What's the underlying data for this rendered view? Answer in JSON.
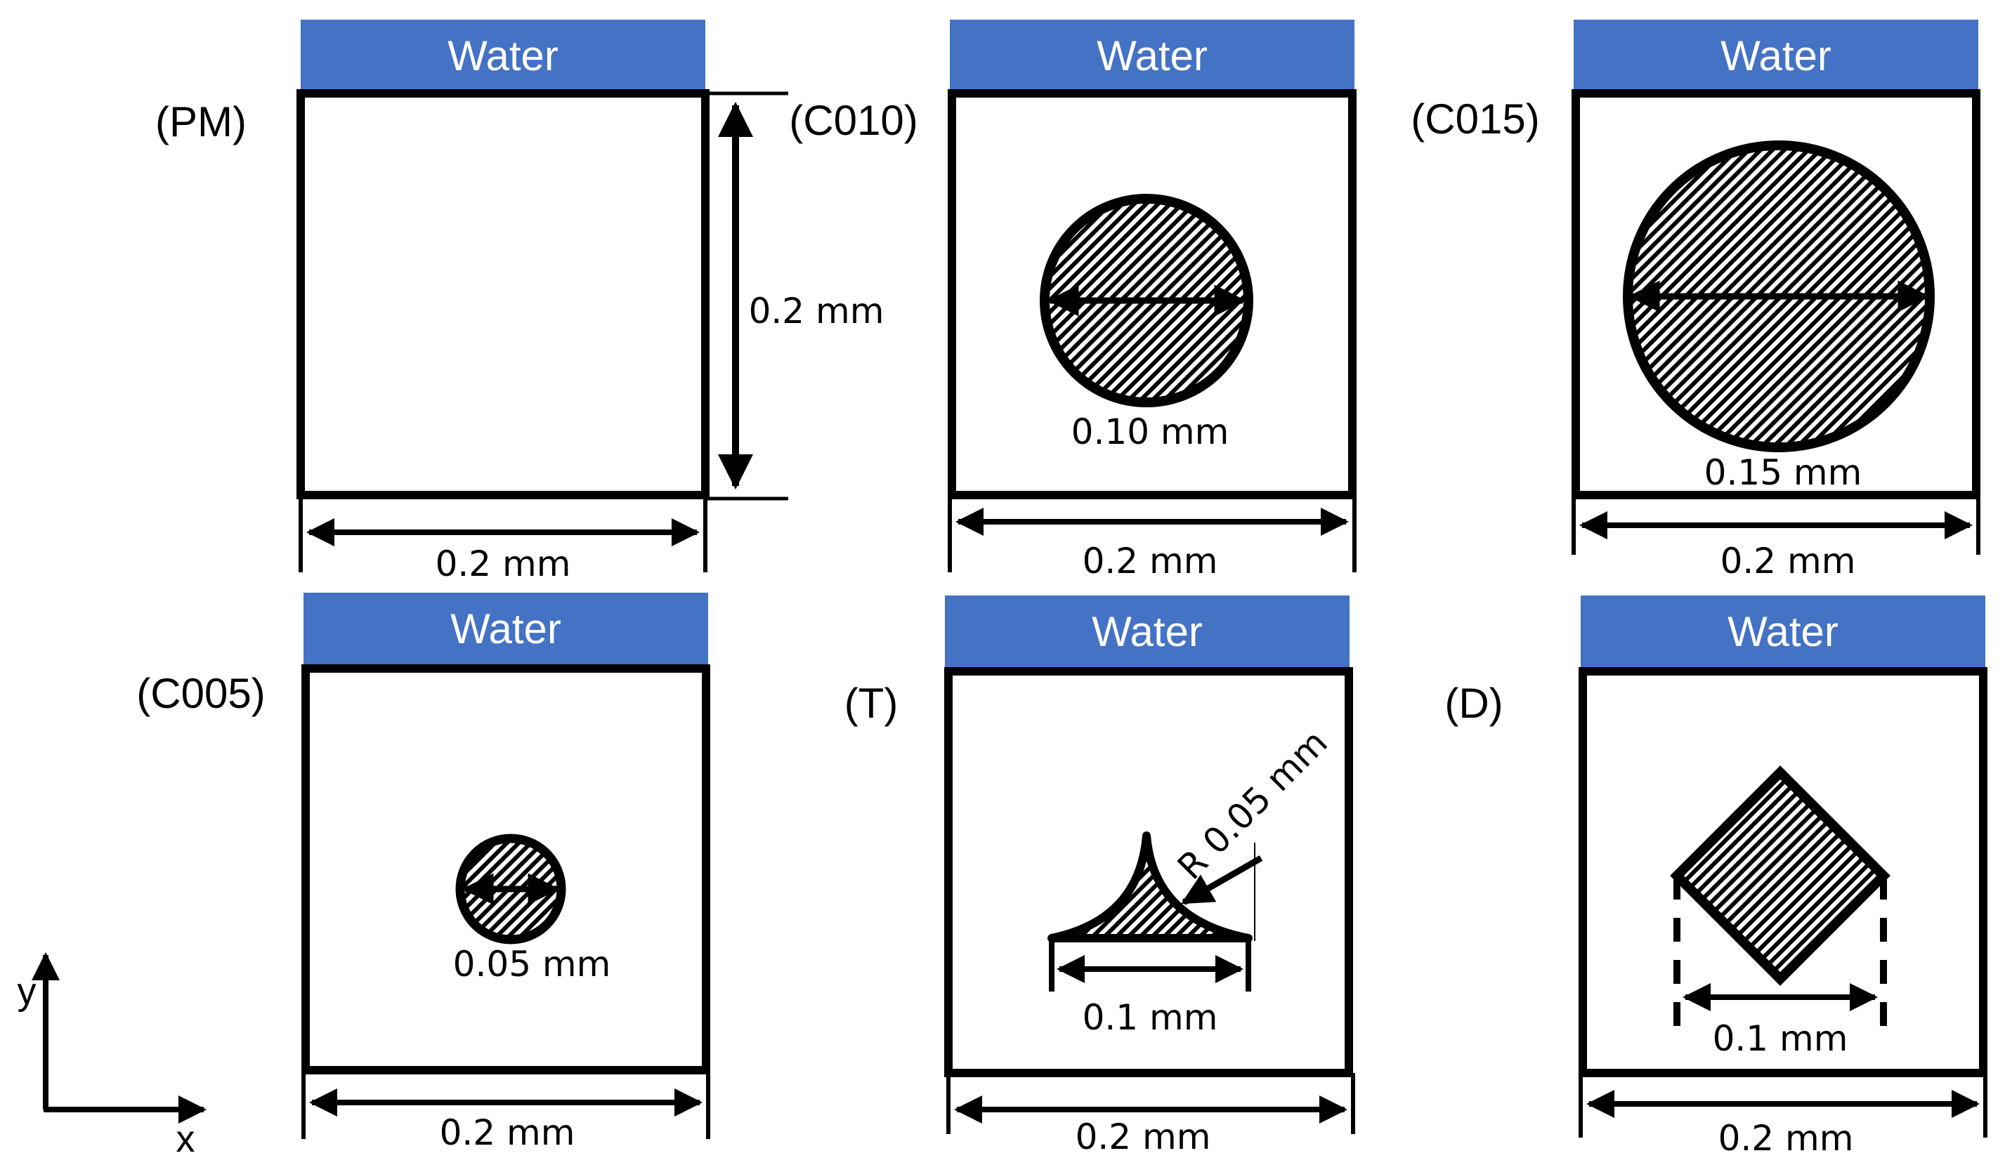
{
  "colors": {
    "water_band": "#4472C4",
    "outline": "#000000",
    "background": "#ffffff"
  },
  "water_label": "Water",
  "panels": {
    "pm": {
      "label": "(PM)",
      "width_dim": "0.2 mm",
      "height_dim": "0.2 mm"
    },
    "c010": {
      "label": "(C010)",
      "width_dim": "0.2 mm",
      "inclusion_dim": "0.10 mm"
    },
    "c015": {
      "label": "(C015)",
      "width_dim": "0.2 mm",
      "inclusion_dim": "0.15 mm"
    },
    "c005": {
      "label": "(C005)",
      "width_dim": "0.2 mm",
      "inclusion_dim": "0.05 mm"
    },
    "t": {
      "label": "(T)",
      "width_dim": "0.2 mm",
      "inclusion_dim": "0.1 mm",
      "radius_dim": "R 0.05 mm"
    },
    "d": {
      "label": "(D)",
      "width_dim": "0.2 mm",
      "inclusion_dim": "0.1 mm"
    }
  },
  "axes": {
    "x": "x",
    "y": "y"
  }
}
